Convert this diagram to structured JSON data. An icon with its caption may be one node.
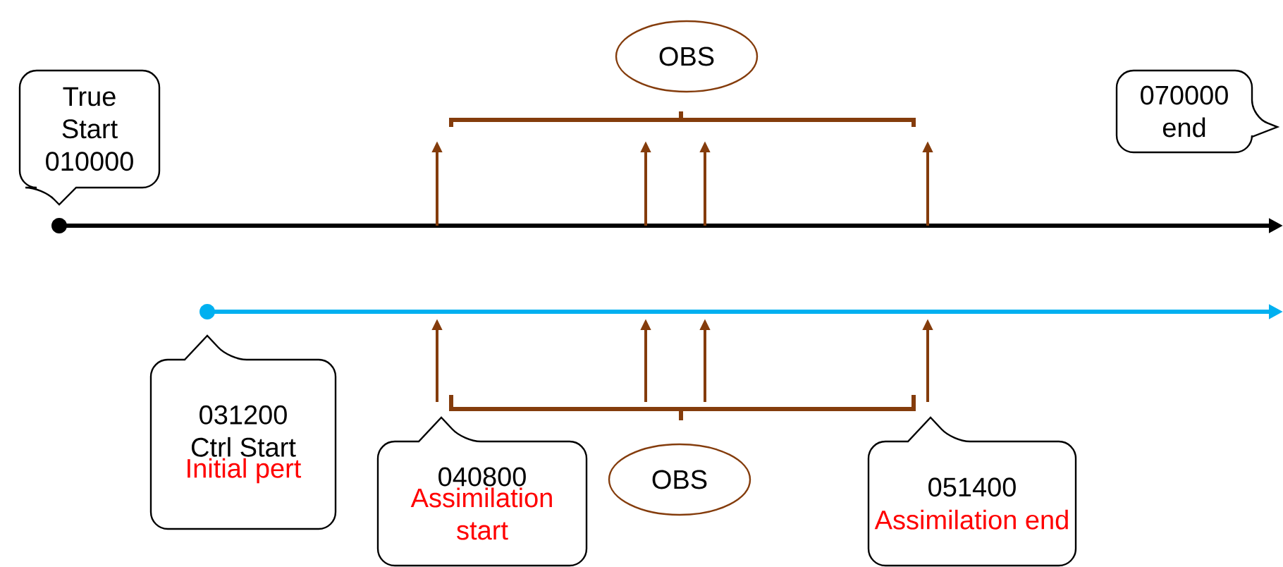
{
  "diagram": {
    "nodes": [
      {
        "text": [
          "OBS"
        ]
      },
      {
        "text": [
          "True Start 010000"
        ]
      },
      {
        "text": [
          "070000 end"
        ]
      },
      {
        "text": [
          "031200 Ctrl Start",
          "Initial pert"
        ]
      },
      {
        "text": [
          "OBS"
        ]
      },
      {
        "text": [
          "040800",
          "Assimilation start"
        ]
      },
      {
        "text": [
          "051400",
          "Assimilation end"
        ]
      }
    ]
  }
}
